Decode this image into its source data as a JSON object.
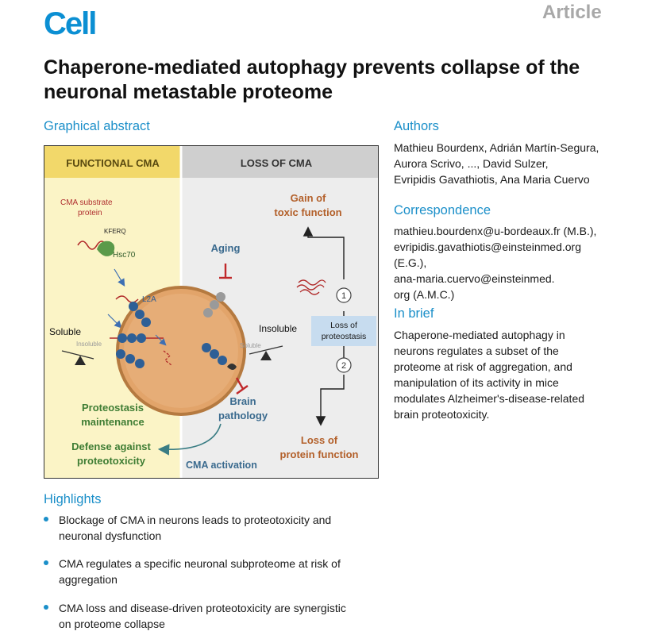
{
  "journal": "Cell",
  "article_type": "Article",
  "title": "Chaperone-mediated autophagy prevents collapse of the neuronal metastable proteome",
  "graphical_abstract": {
    "heading": "Graphical abstract",
    "left_header": "FUNCTIONAL CMA",
    "right_header": "LOSS OF CMA",
    "cma_substrate_1": "CMA substrate",
    "cma_substrate_2": "protein",
    "kferq": "KFERQ",
    "hsc70": "Hsc70",
    "l2a": "L2A",
    "soluble_left": "Soluble",
    "insoluble_left": "Insoluble",
    "proteostasis_1": "Proteostasis",
    "proteostasis_2": "maintenance",
    "defense_1": "Defense against",
    "defense_2": "proteotoxicity",
    "cma_activation": "CMA activation",
    "aging": "Aging",
    "brain_1": "Brain",
    "brain_2": "pathology",
    "gain_1": "Gain of",
    "gain_2": "toxic function",
    "insoluble_right": "Insoluble",
    "soluble_right": "Soluble",
    "loss_prot_1": "Loss of",
    "loss_prot_2": "proteostasis",
    "step_1": "1",
    "step_2": "2",
    "loss_func_1": "Loss of",
    "loss_func_2": "protein function",
    "colors": {
      "left_bg": "#fbf4c6",
      "right_bg": "#eeeeee",
      "lysosome": "#e2a46a",
      "protein": "#2e5f96",
      "red": "#c0282a",
      "green": "#3f7d34"
    }
  },
  "authors": {
    "heading": "Authors",
    "lines": [
      "Mathieu Bourdenx, Adrián Martín-Segura,",
      "Aurora Scrivo, ..., David Sulzer,",
      "Evripidis Gavathiotis, Ana Maria Cuervo"
    ]
  },
  "correspondence": {
    "heading": "Correspondence",
    "lines": [
      "mathieu.bourdenx@u-bordeaux.fr (M.B.),",
      "evripidis.gavathiotis@einsteinmed.org",
      "(E.G.),",
      "ana-maria.cuervo@einsteinmed.",
      "org (A.M.C.)"
    ]
  },
  "in_brief": {
    "heading": "In brief",
    "lines": [
      "Chaperone-mediated autophagy in",
      "neurons regulates a subset of the",
      "proteome at risk of aggregation, and",
      "manipulation of its activity in mice",
      "modulates Alzheimer's-disease-related",
      "brain proteotoxicity."
    ]
  },
  "highlights": {
    "heading": "Highlights",
    "items": [
      [
        "Blockage of CMA in neurons leads to proteotoxicity and",
        "neuronal dysfunction"
      ],
      [
        "CMA regulates a specific neuronal subproteome at risk of",
        "aggregation"
      ],
      [
        "CMA loss and disease-driven proteotoxicity are synergistic",
        "on proteome collapse"
      ]
    ]
  }
}
